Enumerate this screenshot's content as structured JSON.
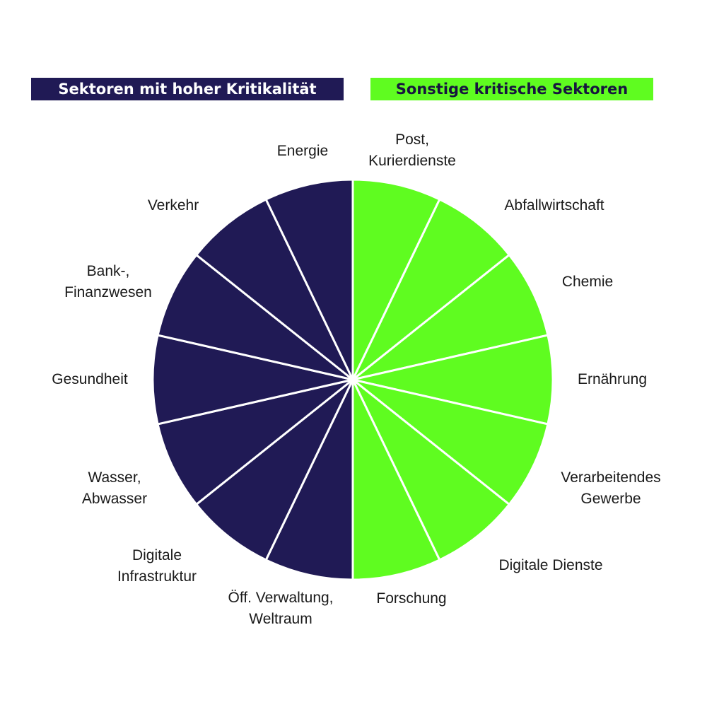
{
  "legend": {
    "high": "Sektoren mit hoher Kritikalität",
    "other": "Sonstige kritische Sektoren"
  },
  "colors": {
    "high": "#201a55",
    "other": "#5ffc20",
    "divider": "#ffffff"
  },
  "chart_data": {
    "type": "pie",
    "slices": [
      {
        "label": [
          "Post,",
          "Kurierdienste"
        ],
        "value": 1,
        "group": "other"
      },
      {
        "label": [
          "Abfallwirtschaft"
        ],
        "value": 1,
        "group": "other"
      },
      {
        "label": [
          "Chemie"
        ],
        "value": 1,
        "group": "other"
      },
      {
        "label": [
          "Ernährung"
        ],
        "value": 1,
        "group": "other"
      },
      {
        "label": [
          "Verarbeitendes",
          "Gewerbe"
        ],
        "value": 1,
        "group": "other"
      },
      {
        "label": [
          "Digitale Dienste"
        ],
        "value": 1,
        "group": "other"
      },
      {
        "label": [
          "Forschung"
        ],
        "value": 1,
        "group": "other"
      },
      {
        "label": [
          "Öff. Verwaltung,",
          "Weltraum"
        ],
        "value": 1,
        "group": "high"
      },
      {
        "label": [
          "Digitale",
          "Infrastruktur"
        ],
        "value": 1,
        "group": "high"
      },
      {
        "label": [
          "Wasser,",
          "Abwasser"
        ],
        "value": 1,
        "group": "high"
      },
      {
        "label": [
          "Gesundheit"
        ],
        "value": 1,
        "group": "high"
      },
      {
        "label": [
          "Bank-,",
          "Finanzwesen"
        ],
        "value": 1,
        "group": "high"
      },
      {
        "label": [
          "Verkehr"
        ],
        "value": 1,
        "group": "high"
      },
      {
        "label": [
          "Energie"
        ],
        "value": 1,
        "group": "high"
      }
    ],
    "legend_placement": "top"
  }
}
